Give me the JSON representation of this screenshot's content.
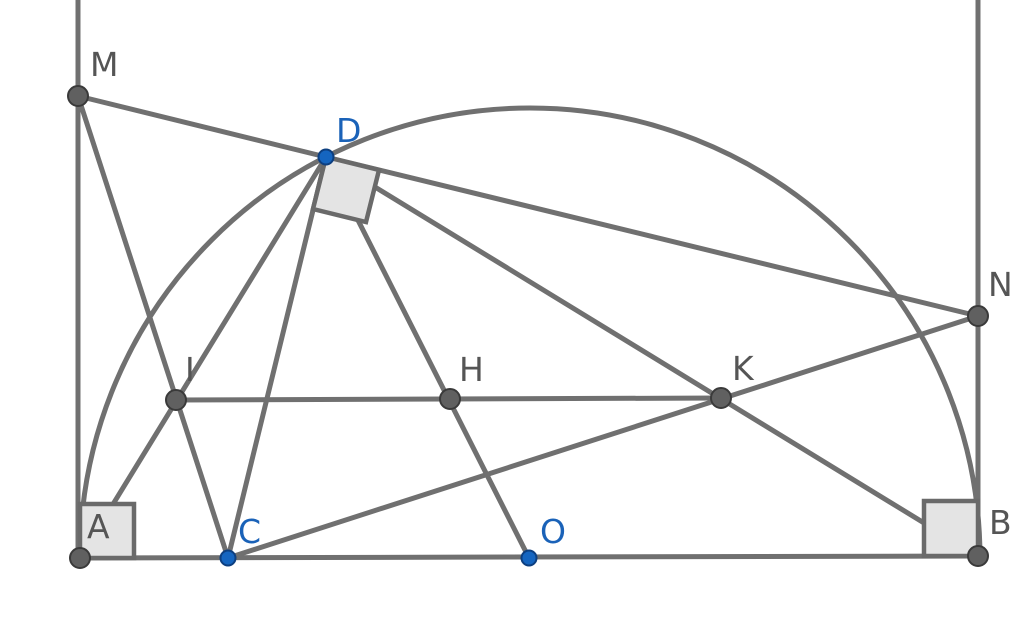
{
  "diagram": {
    "points": [
      {
        "id": "M",
        "label": "M",
        "color": "#606060"
      },
      {
        "id": "D",
        "label": "D",
        "color": "#1565c0"
      },
      {
        "id": "N",
        "label": "N",
        "color": "#606060"
      },
      {
        "id": "I",
        "label": "I",
        "color": "#606060"
      },
      {
        "id": "H",
        "label": "H",
        "color": "#606060"
      },
      {
        "id": "K",
        "label": "K",
        "color": "#606060"
      },
      {
        "id": "A",
        "label": "A",
        "color": "#606060"
      },
      {
        "id": "C",
        "label": "C",
        "color": "#1565c0"
      },
      {
        "id": "O",
        "label": "O",
        "color": "#1565c0"
      },
      {
        "id": "B",
        "label": "B",
        "color": "#606060"
      }
    ],
    "segments": [
      [
        "A",
        "B"
      ],
      [
        "M",
        "D"
      ],
      [
        "D",
        "N"
      ],
      [
        "M",
        "C"
      ],
      [
        "D",
        "A"
      ],
      [
        "D",
        "C"
      ],
      [
        "D",
        "O"
      ],
      [
        "D",
        "B"
      ],
      [
        "I",
        "K"
      ],
      [
        "C",
        "N"
      ],
      [
        "A",
        "M"
      ],
      [
        "B",
        "N"
      ]
    ],
    "right_angles": [
      "A",
      "D",
      "B"
    ],
    "semicircle": {
      "center": "O",
      "diameter": [
        "A",
        "B"
      ]
    },
    "colors": {
      "line": "#707070",
      "point_gray": "#606060",
      "point_blue": "#1565c0",
      "label_gray": "#555555",
      "label_blue": "#1a62b8"
    }
  }
}
